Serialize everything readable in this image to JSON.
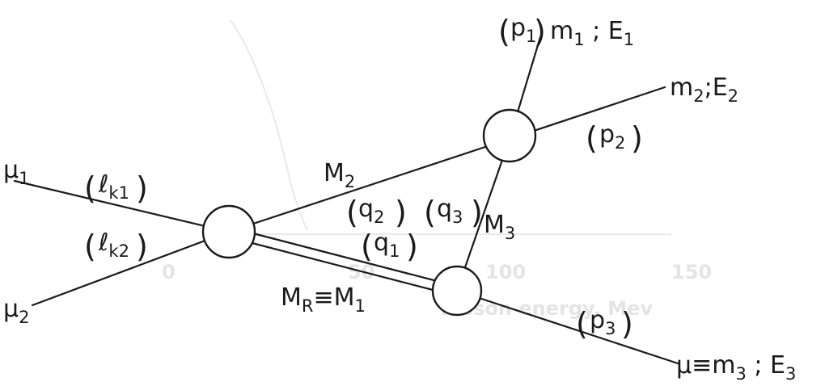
{
  "labels": {
    "m1": "m",
    "m1_sub": "1",
    "m1_sep": " ; E",
    "m1_esub": "1",
    "m2": "m",
    "m2_sub": "2",
    "m2_sep": ";E",
    "m2_esub": "2",
    "m3_pre": "μ≡m",
    "m3_sub": "3",
    "m3_sep": " ; E",
    "m3_esub": "3",
    "mu1": "μ",
    "mu1_sub": "1",
    "mu2": "μ",
    "mu2_sub": "2",
    "M2": "M",
    "M2_sub": "2",
    "M3": "M",
    "M3_sub": "3",
    "MR": "M",
    "MR_sub": "R",
    "MR_eq": "≡M",
    "MR_sub2": "1",
    "p1": "p",
    "p1_sub": "1",
    "p2": "p",
    "p2_sub": "2",
    "p3": "p",
    "p3_sub": "3",
    "q1": "q",
    "q1_sub": "1",
    "q2": "q",
    "q2_sub": "2",
    "q3": "q",
    "q3_sub": "3",
    "k1": "ℓ",
    "k1_sub": "k1",
    "k2": "ℓ",
    "k2_sub": "k2",
    "lparen": "(",
    "rparen": ")"
  },
  "show_through": {
    "axis_label": "Meson energy, Mev",
    "ticks": [
      "0",
      "50",
      "100",
      "150"
    ]
  }
}
